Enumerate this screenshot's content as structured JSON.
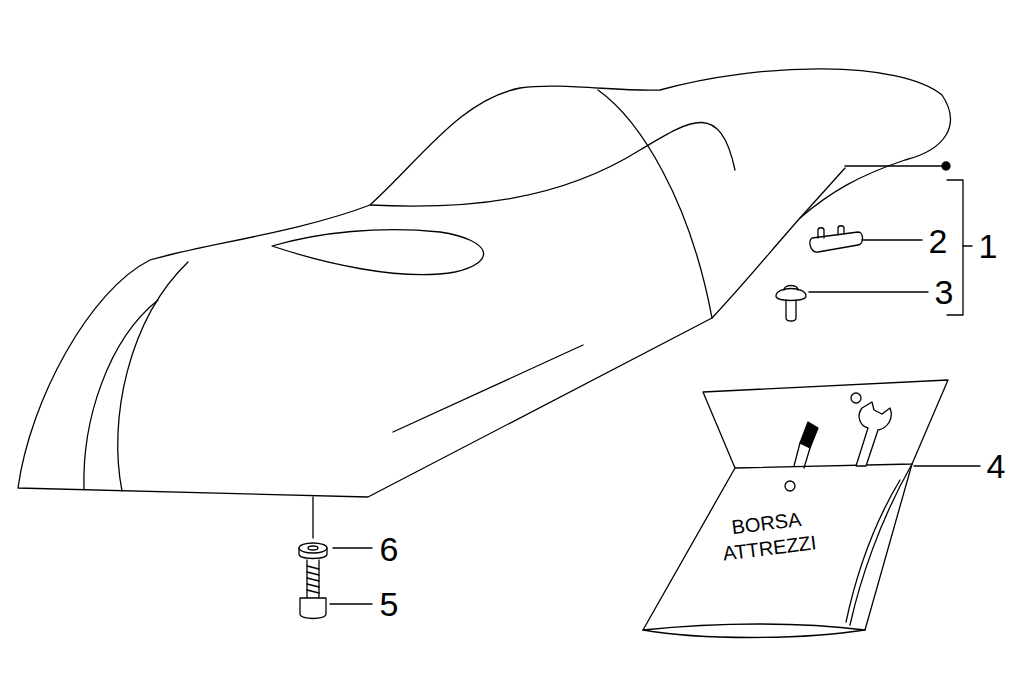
{
  "diagram": {
    "labels": [
      "2",
      "1",
      "3",
      "4",
      "BORSA ATTREZZI",
      "6",
      "5"
    ]
  }
}
